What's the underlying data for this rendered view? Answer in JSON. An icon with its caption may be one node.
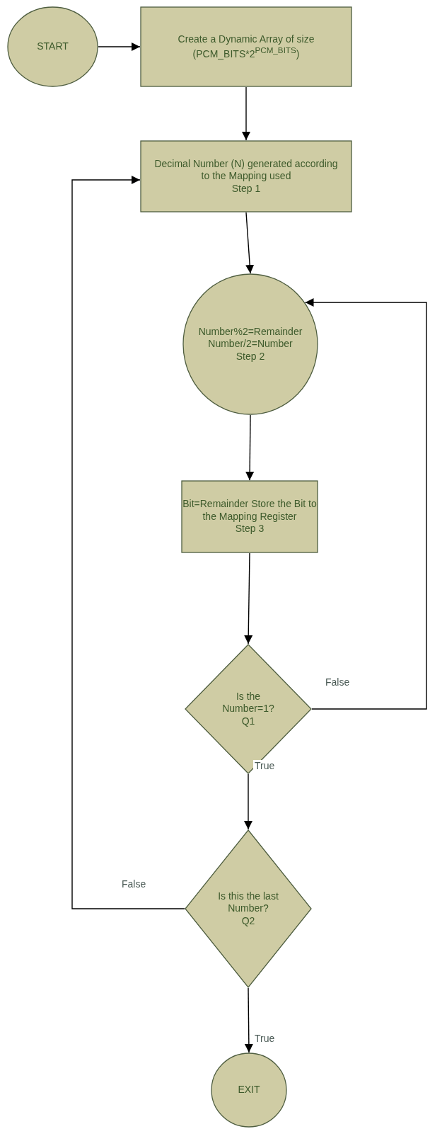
{
  "diagram": {
    "nodes": [
      {
        "text": [
          "START"
        ]
      },
      {
        "text": [
          "Create a Dynamic Array of size (PCM_BITS*2$^{PCM_BITS}$)"
        ]
      },
      {
        "text": [
          "Decimal Number (N) generated according to the Mapping used",
          "Step 1"
        ]
      },
      {
        "text": [
          "Number%2=Remainder Number/2=Number",
          "Step 2"
        ]
      },
      {
        "text": [
          "Bit=Remainder Store the Bit to the Mapping Register",
          "Step 3"
        ]
      },
      {
        "text": [
          "Is the Number=1?",
          "Q1"
        ]
      },
      {
        "text": [
          "Is this the last Number?",
          "Q2"
        ]
      },
      {
        "text": [
          "EXIT"
        ]
      }
    ],
    "edges": [
      {
        "from": 0,
        "to": 1,
        "arrow": "to"
      },
      {
        "from": 1,
        "to": 2,
        "arrow": "to"
      },
      {
        "from": 2,
        "to": 3,
        "arrow": "to"
      },
      {
        "from": 3,
        "to": 4,
        "arrow": "to"
      },
      {
        "from": 4,
        "to": 5,
        "arrow": "to"
      },
      {
        "from": 5,
        "to": 3,
        "arrow": "to",
        "label": "False"
      },
      {
        "from": 5,
        "to": 6,
        "arrow": "to",
        "label": "True"
      },
      {
        "from": 6,
        "to": 2,
        "arrow": "to",
        "label": "False"
      },
      {
        "from": 6,
        "to": 7,
        "arrow": "to",
        "label": "True"
      }
    ]
  }
}
